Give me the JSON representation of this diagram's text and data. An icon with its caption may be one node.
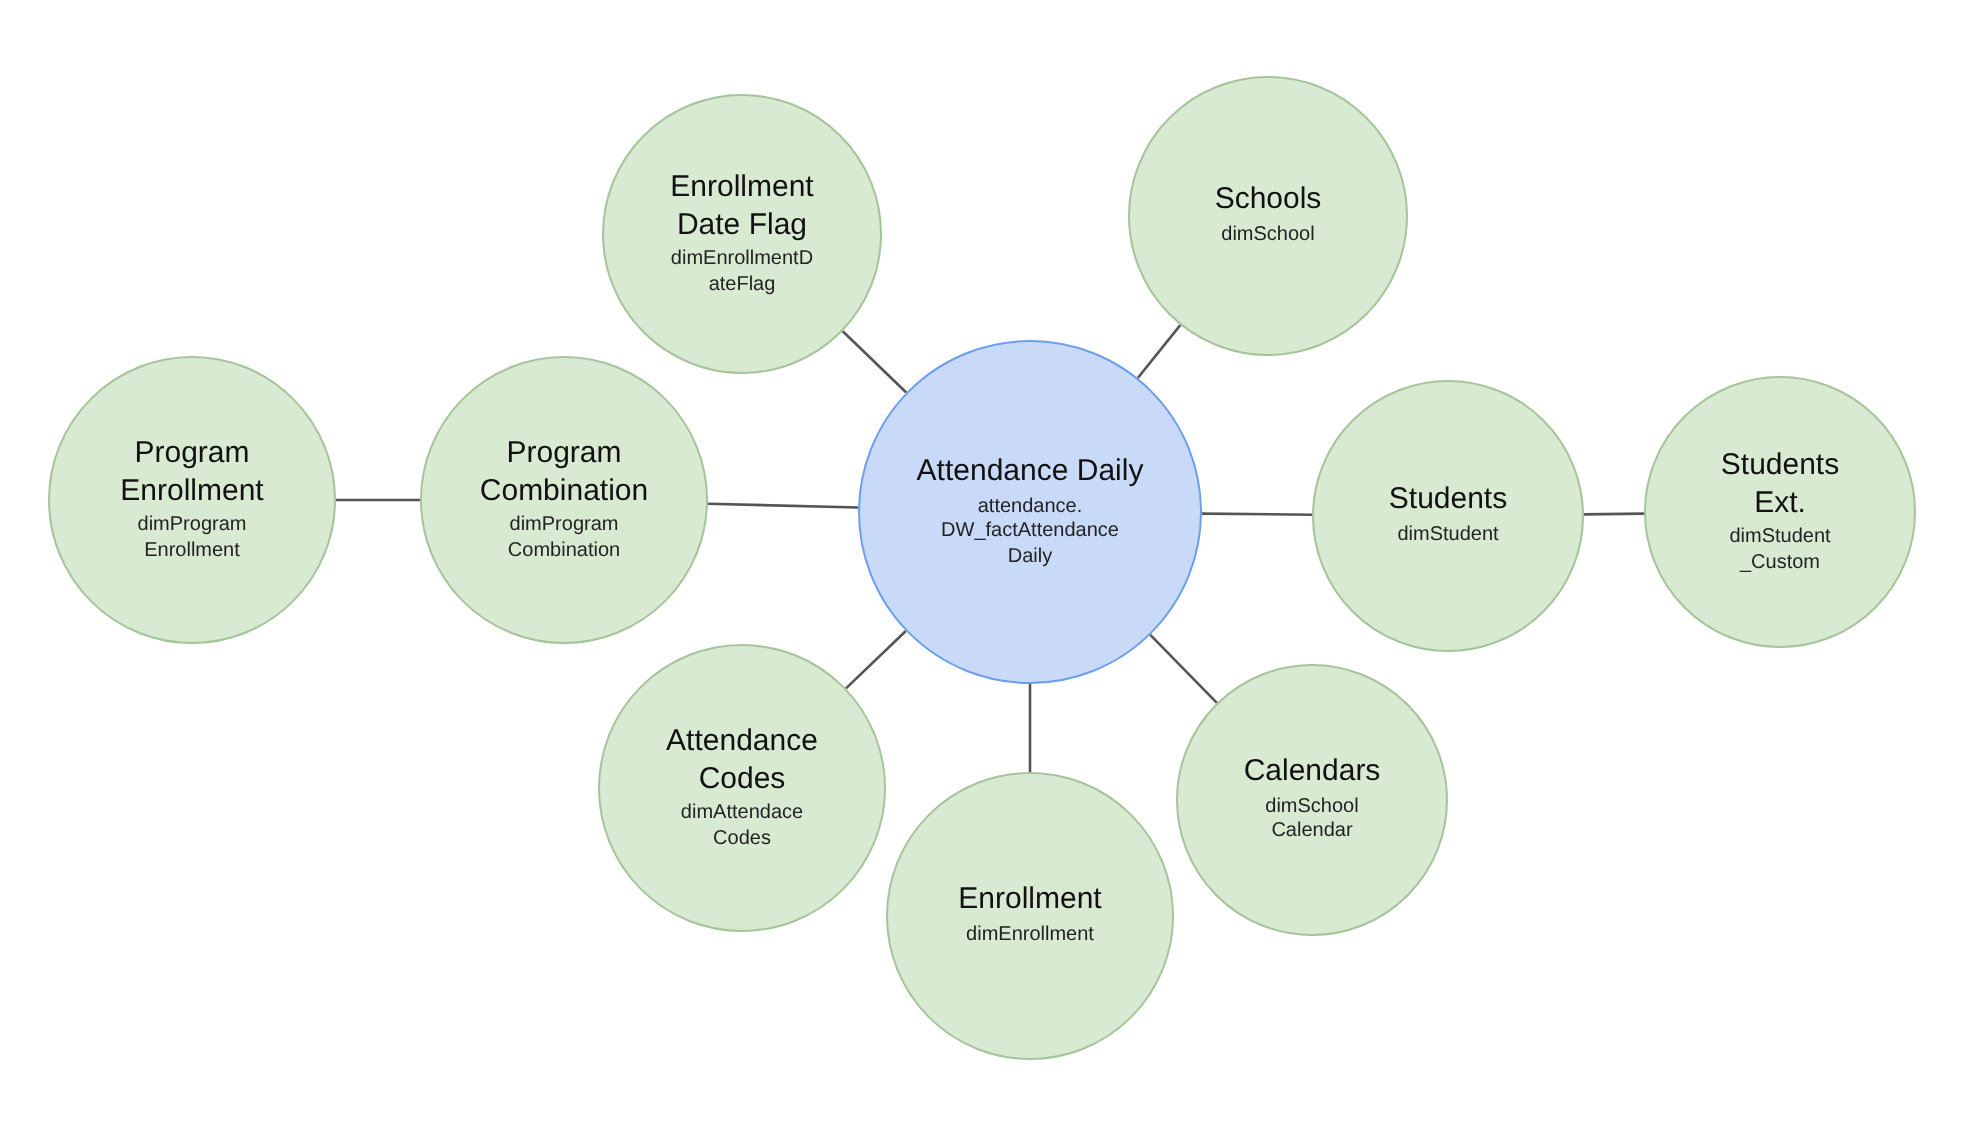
{
  "diagram": {
    "nodes": [
      {
        "text": [
          "Attendance Daily",
          "attendance. DW_factAttendance Daily"
        ]
      },
      {
        "text": [
          "Enrollment Date Flag",
          "dimEnrollmentD ateFlag"
        ]
      },
      {
        "text": [
          "Schools",
          "dimSchool"
        ]
      },
      {
        "text": [
          "Program Enrollment",
          "dimProgram Enrollment"
        ]
      },
      {
        "text": [
          "Program Combination",
          "dimProgram Combination"
        ]
      },
      {
        "text": [
          "Students",
          "dimStudent"
        ]
      },
      {
        "text": [
          "Students Ext.",
          "dimStudent _Custom"
        ]
      },
      {
        "text": [
          "Attendance Codes",
          "dimAttendace Codes"
        ]
      },
      {
        "text": [
          "Enrollment",
          "dimEnrollment"
        ]
      },
      {
        "text": [
          "Calendars",
          "dimSchool Calendar"
        ]
      }
    ],
    "edges": [
      {
        "from": 0,
        "to": 1,
        "arrow": "none"
      },
      {
        "from": 0,
        "to": 2,
        "arrow": "none"
      },
      {
        "from": 0,
        "to": 4,
        "arrow": "none"
      },
      {
        "from": 4,
        "to": 3,
        "arrow": "none"
      },
      {
        "from": 0,
        "to": 5,
        "arrow": "none"
      },
      {
        "from": 5,
        "to": 6,
        "arrow": "none"
      },
      {
        "from": 0,
        "to": 7,
        "arrow": "none"
      },
      {
        "from": 0,
        "to": 8,
        "arrow": "none"
      },
      {
        "from": 0,
        "to": 9,
        "arrow": "none"
      }
    ]
  }
}
